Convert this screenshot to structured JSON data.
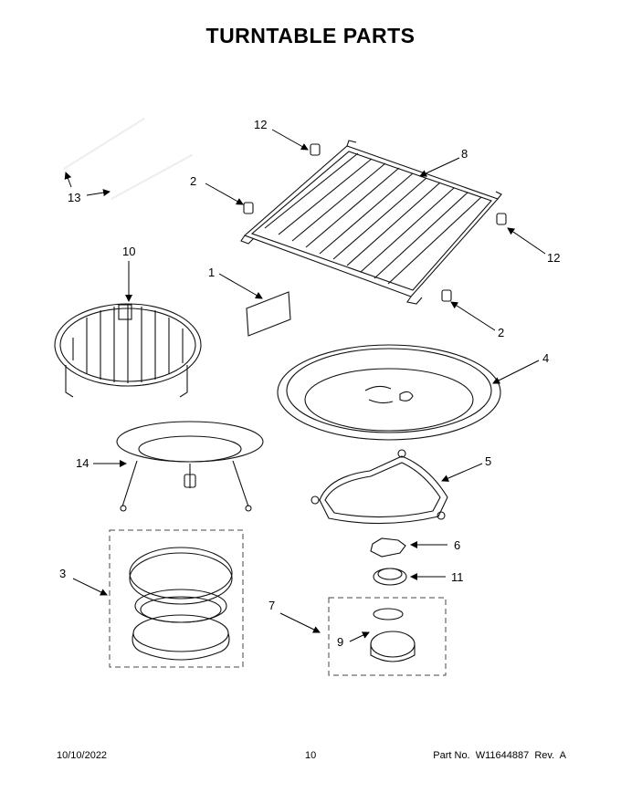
{
  "title": "TURNTABLE PARTS",
  "callouts": {
    "c12a": "12",
    "c8": "8",
    "c2a": "2",
    "c12b": "12",
    "c13": "13",
    "c10": "10",
    "c1": "1",
    "c2b": "2",
    "c4": "4",
    "c14": "14",
    "c5": "5",
    "c6": "6",
    "c11": "11",
    "c3": "3",
    "c7": "7",
    "c9": "9"
  },
  "footer": {
    "date": "10/10/2022",
    "page": "10",
    "part": "Part No.  W11644887  Rev.  A"
  }
}
